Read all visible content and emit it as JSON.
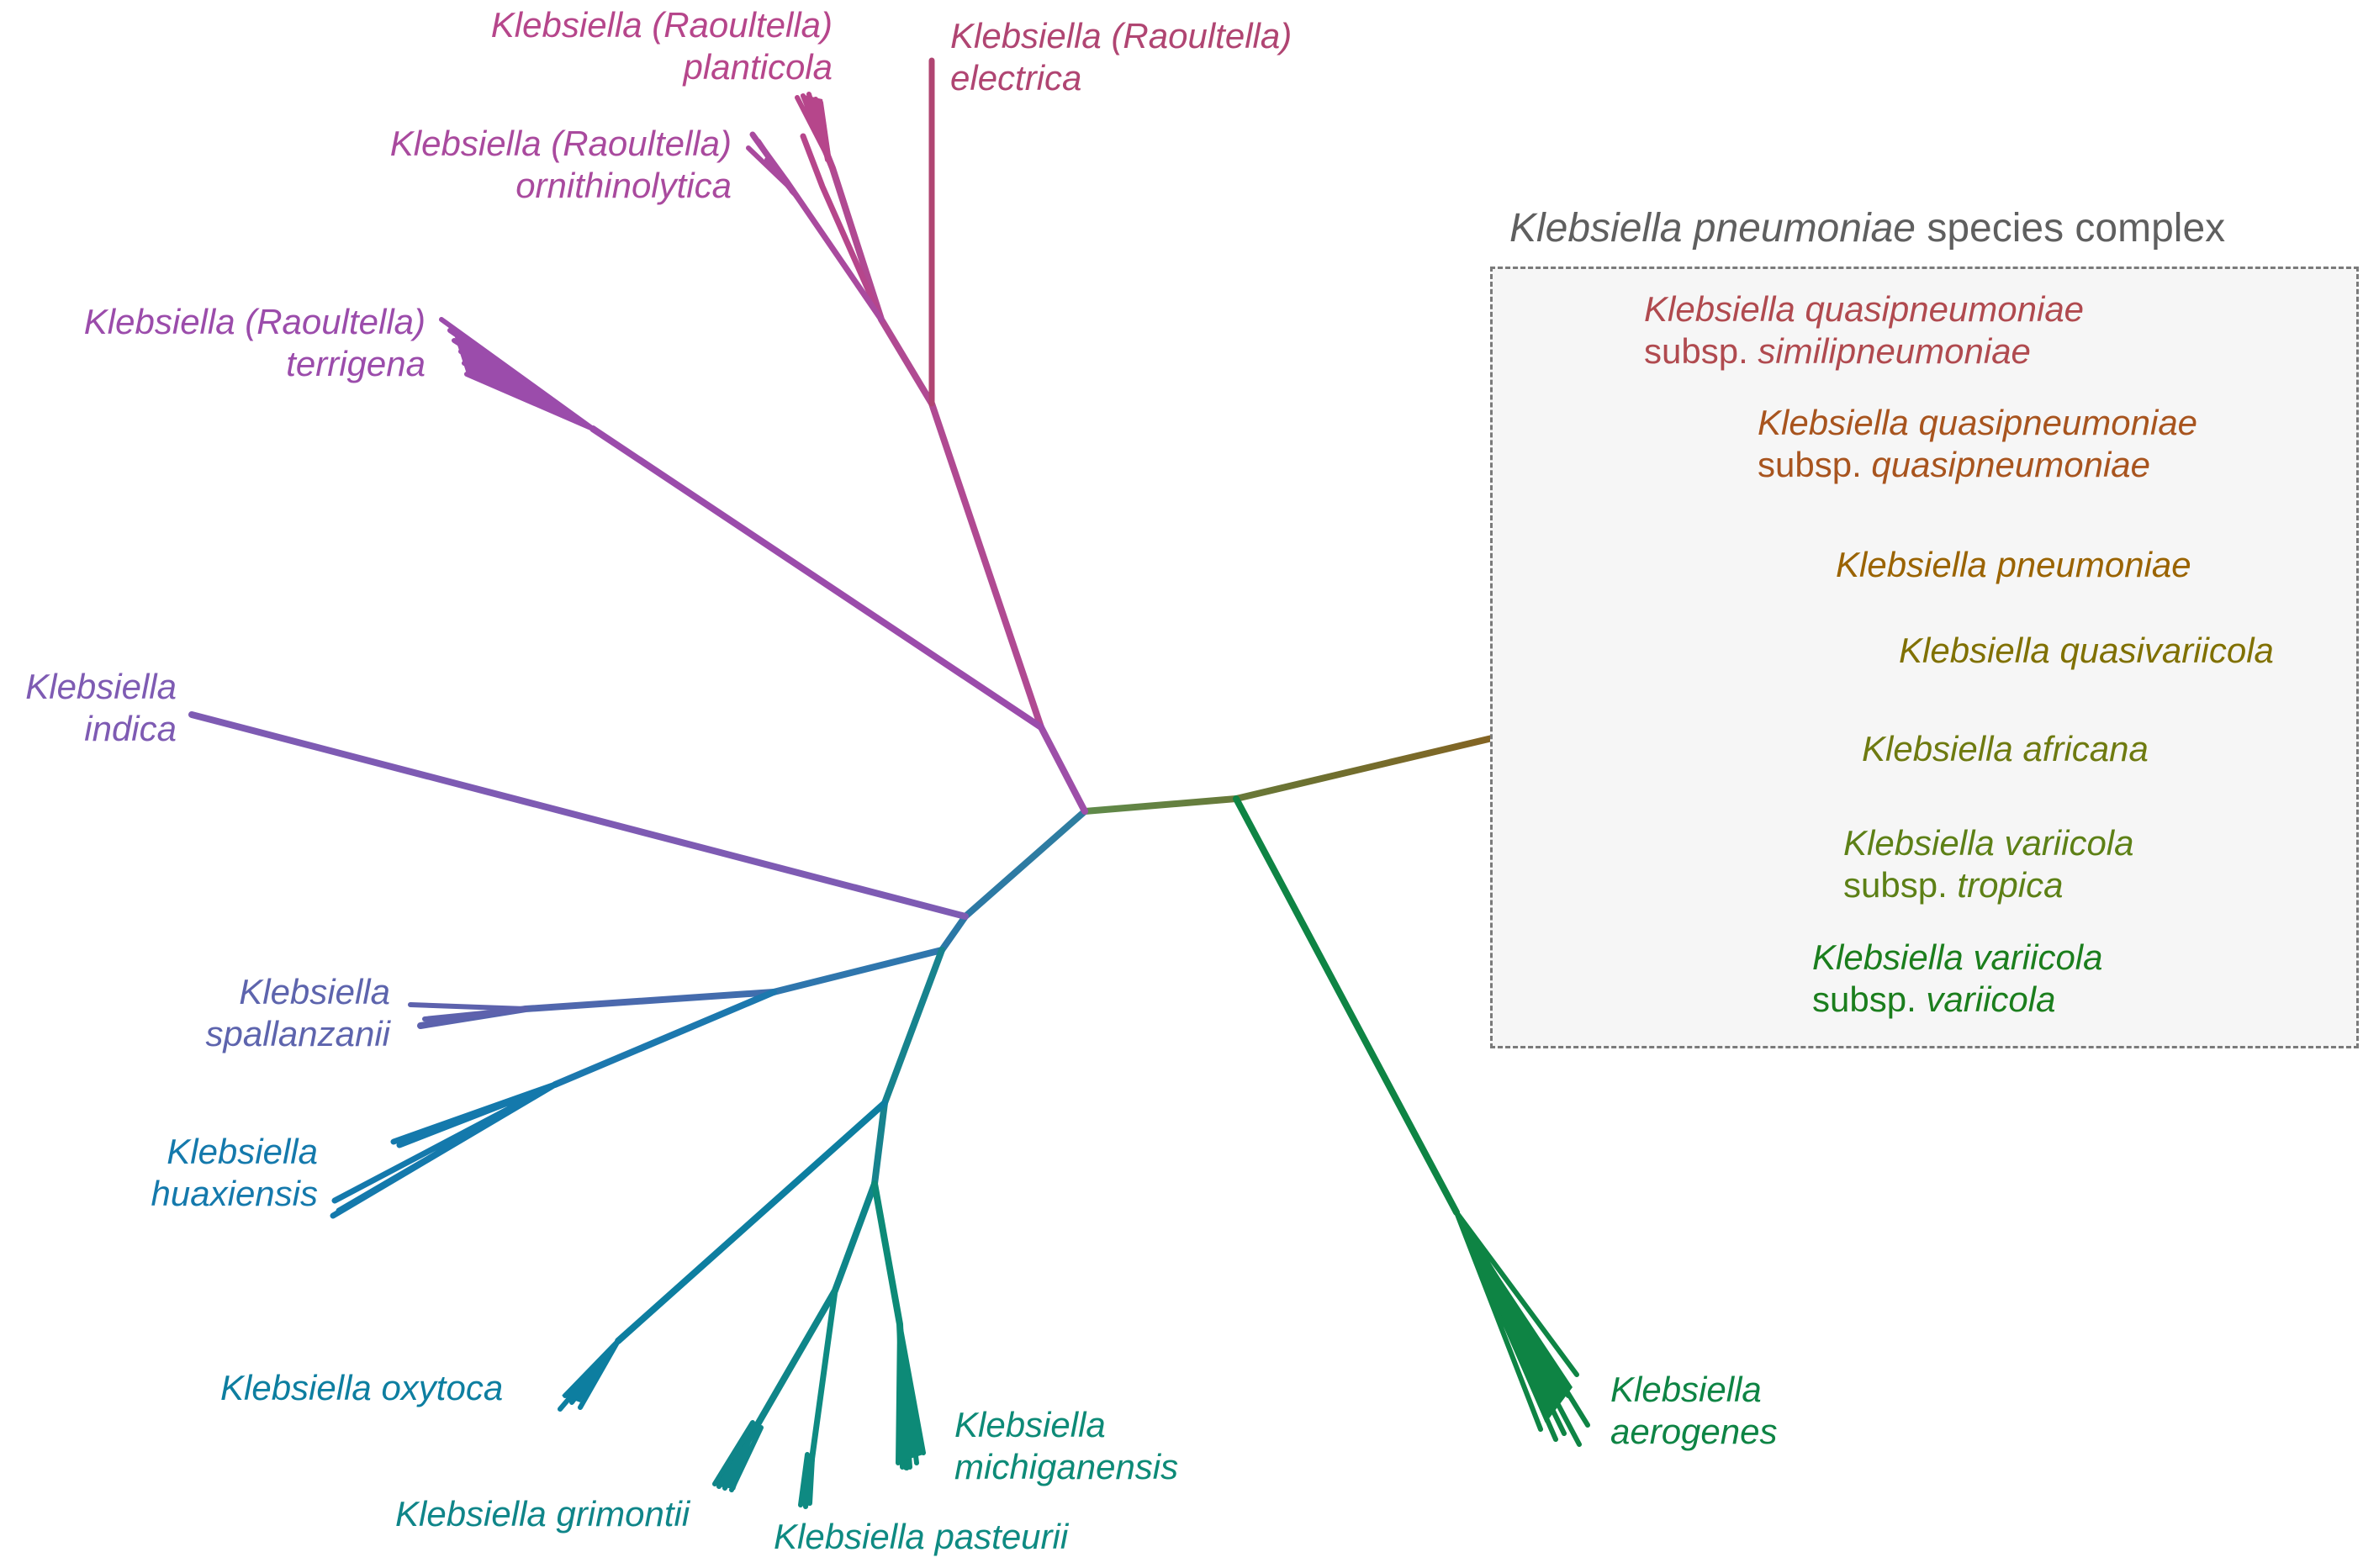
{
  "complex": {
    "title_italic": "Klebsiella pneumoniae",
    "title_rest": " species complex"
  },
  "labels": {
    "planticola": {
      "line1": "Klebsiella (Raoultella)",
      "line2": "planticola",
      "color": "#b6468b"
    },
    "electrica": {
      "line1": "Klebsiella (Raoultella)",
      "line2": "electrica",
      "color": "#b04572"
    },
    "ornithinolytica": {
      "line1": "Klebsiella (Raoultella)",
      "line2": "ornithinolytica",
      "color": "#a94a9e"
    },
    "terrigena": {
      "line1": "Klebsiella (Raoultella)",
      "line2": "terrigena",
      "color": "#9b4cab"
    },
    "indica": {
      "line1": "Klebsiella",
      "line2": "indica",
      "color": "#7e5bb3"
    },
    "spallanzanii": {
      "line1": "Klebsiella",
      "line2": "spallanzanii",
      "color": "#5d64ad"
    },
    "huaxiensis": {
      "line1": "Klebsiella",
      "line2": "huaxiensis",
      "color": "#1479ac"
    },
    "oxytoca": {
      "line1": "Klebsiella oxytoca",
      "color": "#0d7ea0"
    },
    "grimontii": {
      "line1": "Klebsiella grimontii",
      "color": "#0f8589"
    },
    "pasteurii": {
      "line1": "Klebsiella pasteurii",
      "color": "#0e8a82"
    },
    "michiganensis": {
      "line1": "Klebsiella",
      "line2": "michiganensis",
      "color": "#0d8a77"
    },
    "aerogenes": {
      "line1": "Klebsiella",
      "line2": "aerogenes",
      "color": "#0e8444"
    },
    "similipneumoniae": {
      "line1": "Klebsiella quasipneumoniae",
      "line2_plain": "subsp. ",
      "line2_italic": "similipneumoniae",
      "color": "#b04a4f"
    },
    "quasipneumoniae": {
      "line1": "Klebsiella quasipneumoniae",
      "line2_plain": "subsp. ",
      "line2_italic": "quasipneumoniae",
      "color": "#a8541e"
    },
    "pneumoniae": {
      "line1": "Klebsiella pneumoniae",
      "color": "#9a6300"
    },
    "quasivariicola": {
      "line1": "Klebsiella quasivariicola",
      "color": "#807000"
    },
    "africana": {
      "line1": "Klebsiella africana",
      "color": "#6e7a10"
    },
    "tropica": {
      "line1": "Klebsiella variicola",
      "line2_plain": "subsp. ",
      "line2_italic": "tropica",
      "color": "#5d8016"
    },
    "variicola": {
      "line1": "Klebsiella variicola",
      "line2_plain": "subsp. ",
      "line2_italic": "variicola",
      "color": "#1b7e1d"
    }
  }
}
